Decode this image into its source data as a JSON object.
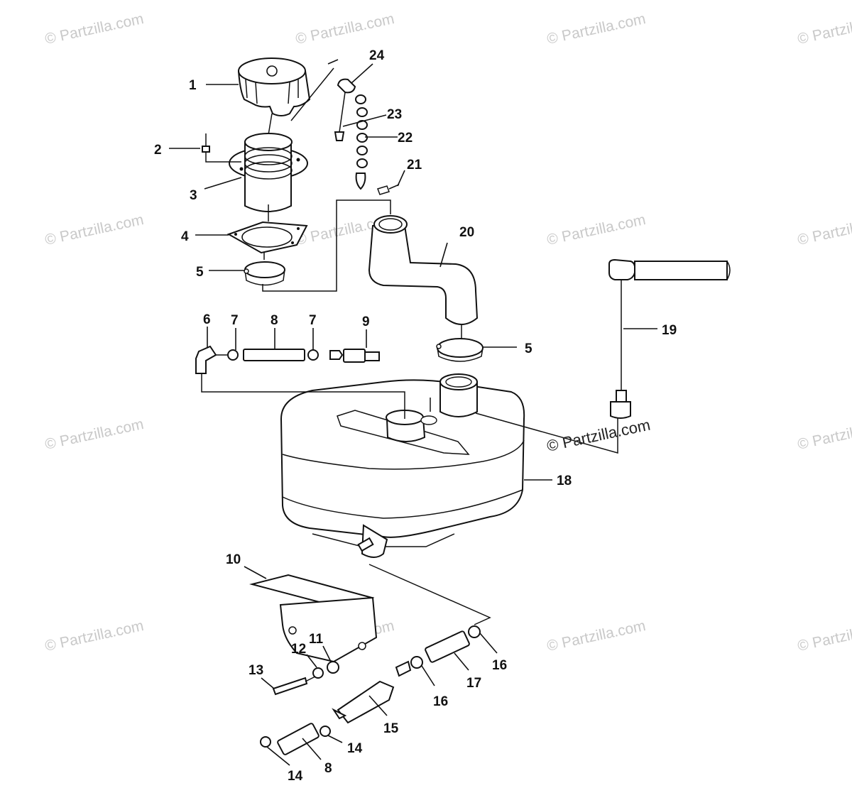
{
  "watermark": {
    "text": "© Partzilla.com",
    "main_text": "© Partzilla.com"
  },
  "callouts": [
    {
      "id": "c1",
      "label": "1"
    },
    {
      "id": "c2",
      "label": "2"
    },
    {
      "id": "c3",
      "label": "3"
    },
    {
      "id": "c4",
      "label": "4"
    },
    {
      "id": "c5a",
      "label": "5"
    },
    {
      "id": "c5b",
      "label": "5"
    },
    {
      "id": "c6",
      "label": "6"
    },
    {
      "id": "c7a",
      "label": "7"
    },
    {
      "id": "c7b",
      "label": "7"
    },
    {
      "id": "c8a",
      "label": "8"
    },
    {
      "id": "c8b",
      "label": "8"
    },
    {
      "id": "c9",
      "label": "9"
    },
    {
      "id": "c10",
      "label": "10"
    },
    {
      "id": "c11",
      "label": "11"
    },
    {
      "id": "c12",
      "label": "12"
    },
    {
      "id": "c13",
      "label": "13"
    },
    {
      "id": "c14a",
      "label": "14"
    },
    {
      "id": "c14b",
      "label": "14"
    },
    {
      "id": "c15",
      "label": "15"
    },
    {
      "id": "c16a",
      "label": "16"
    },
    {
      "id": "c16b",
      "label": "16"
    },
    {
      "id": "c17",
      "label": "17"
    },
    {
      "id": "c18",
      "label": "18"
    },
    {
      "id": "c19",
      "label": "19"
    },
    {
      "id": "c20",
      "label": "20"
    },
    {
      "id": "c21",
      "label": "21"
    },
    {
      "id": "c22",
      "label": "22"
    },
    {
      "id": "c23",
      "label": "23"
    },
    {
      "id": "c24",
      "label": "24"
    }
  ]
}
